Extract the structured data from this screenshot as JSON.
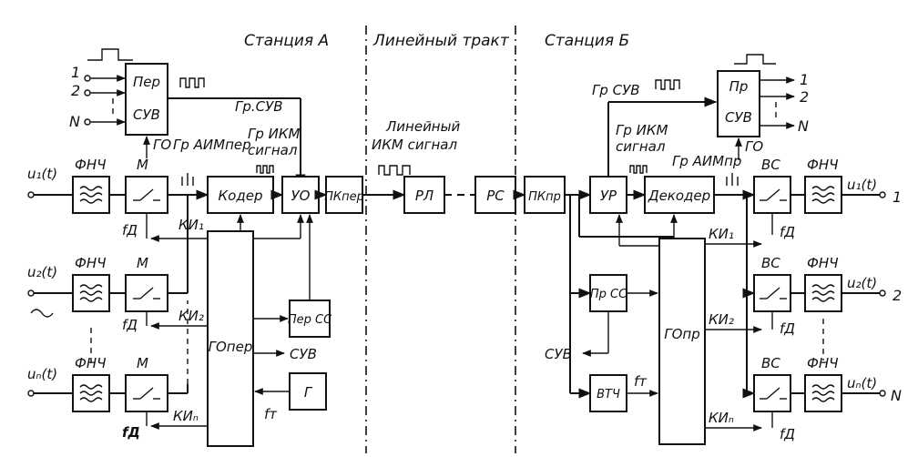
{
  "sections": {
    "station_a": "Станция  А",
    "line_path": "Линейный тракт",
    "station_b": "Станция  Б"
  },
  "blocks": {
    "fnch": "ФНЧ",
    "m": "М",
    "vs": "ВС",
    "per": "Пер",
    "suv": "СУВ",
    "pr": "Пр",
    "coder": "Кодер",
    "decoder": "Декодер",
    "uo": "УО",
    "ur": "УР",
    "pk_per": "ПКпер",
    "pk_pr": "ПКпр",
    "rl": "РЛ",
    "rs": "РС",
    "per_ss": "Пер СС",
    "pr_ss": "Пр СС",
    "go_per": "ГОпер",
    "go_pr": "ГОпр",
    "g": "Г",
    "vtch": "ВТЧ"
  },
  "labels": {
    "u1": "u₁(t)",
    "u2": "u₂(t)",
    "un": "uₙ(t)",
    "ch1": "1",
    "ch2": "2",
    "chN": "N",
    "in1": "1",
    "in2": "2",
    "inN": "N",
    "go": "ГО",
    "gr_aim_per": "Гр АИМпер",
    "gr_aim_pr": "Гр АИМпр",
    "gr_ikm_a": "Гр ИКМ",
    "signal_a": "сигнал",
    "gr_ikm_b": "Гр ИКМ",
    "signal_b": "сигнал",
    "gr_suv_a": "Гр.СУВ",
    "gr_suv_b": "Гр СУВ",
    "line_ikm1": "Линейный",
    "line_ikm2": "ИКМ сигнал",
    "fd": "fД",
    "ki1": "КИ₁",
    "ki2": "КИ₂",
    "kin": "КИₙ",
    "suv_out": "СУВ",
    "ft": "fт",
    "out1": "u₁(t)",
    "out2": "u₂(t)",
    "outn": "uₙ(t)"
  }
}
